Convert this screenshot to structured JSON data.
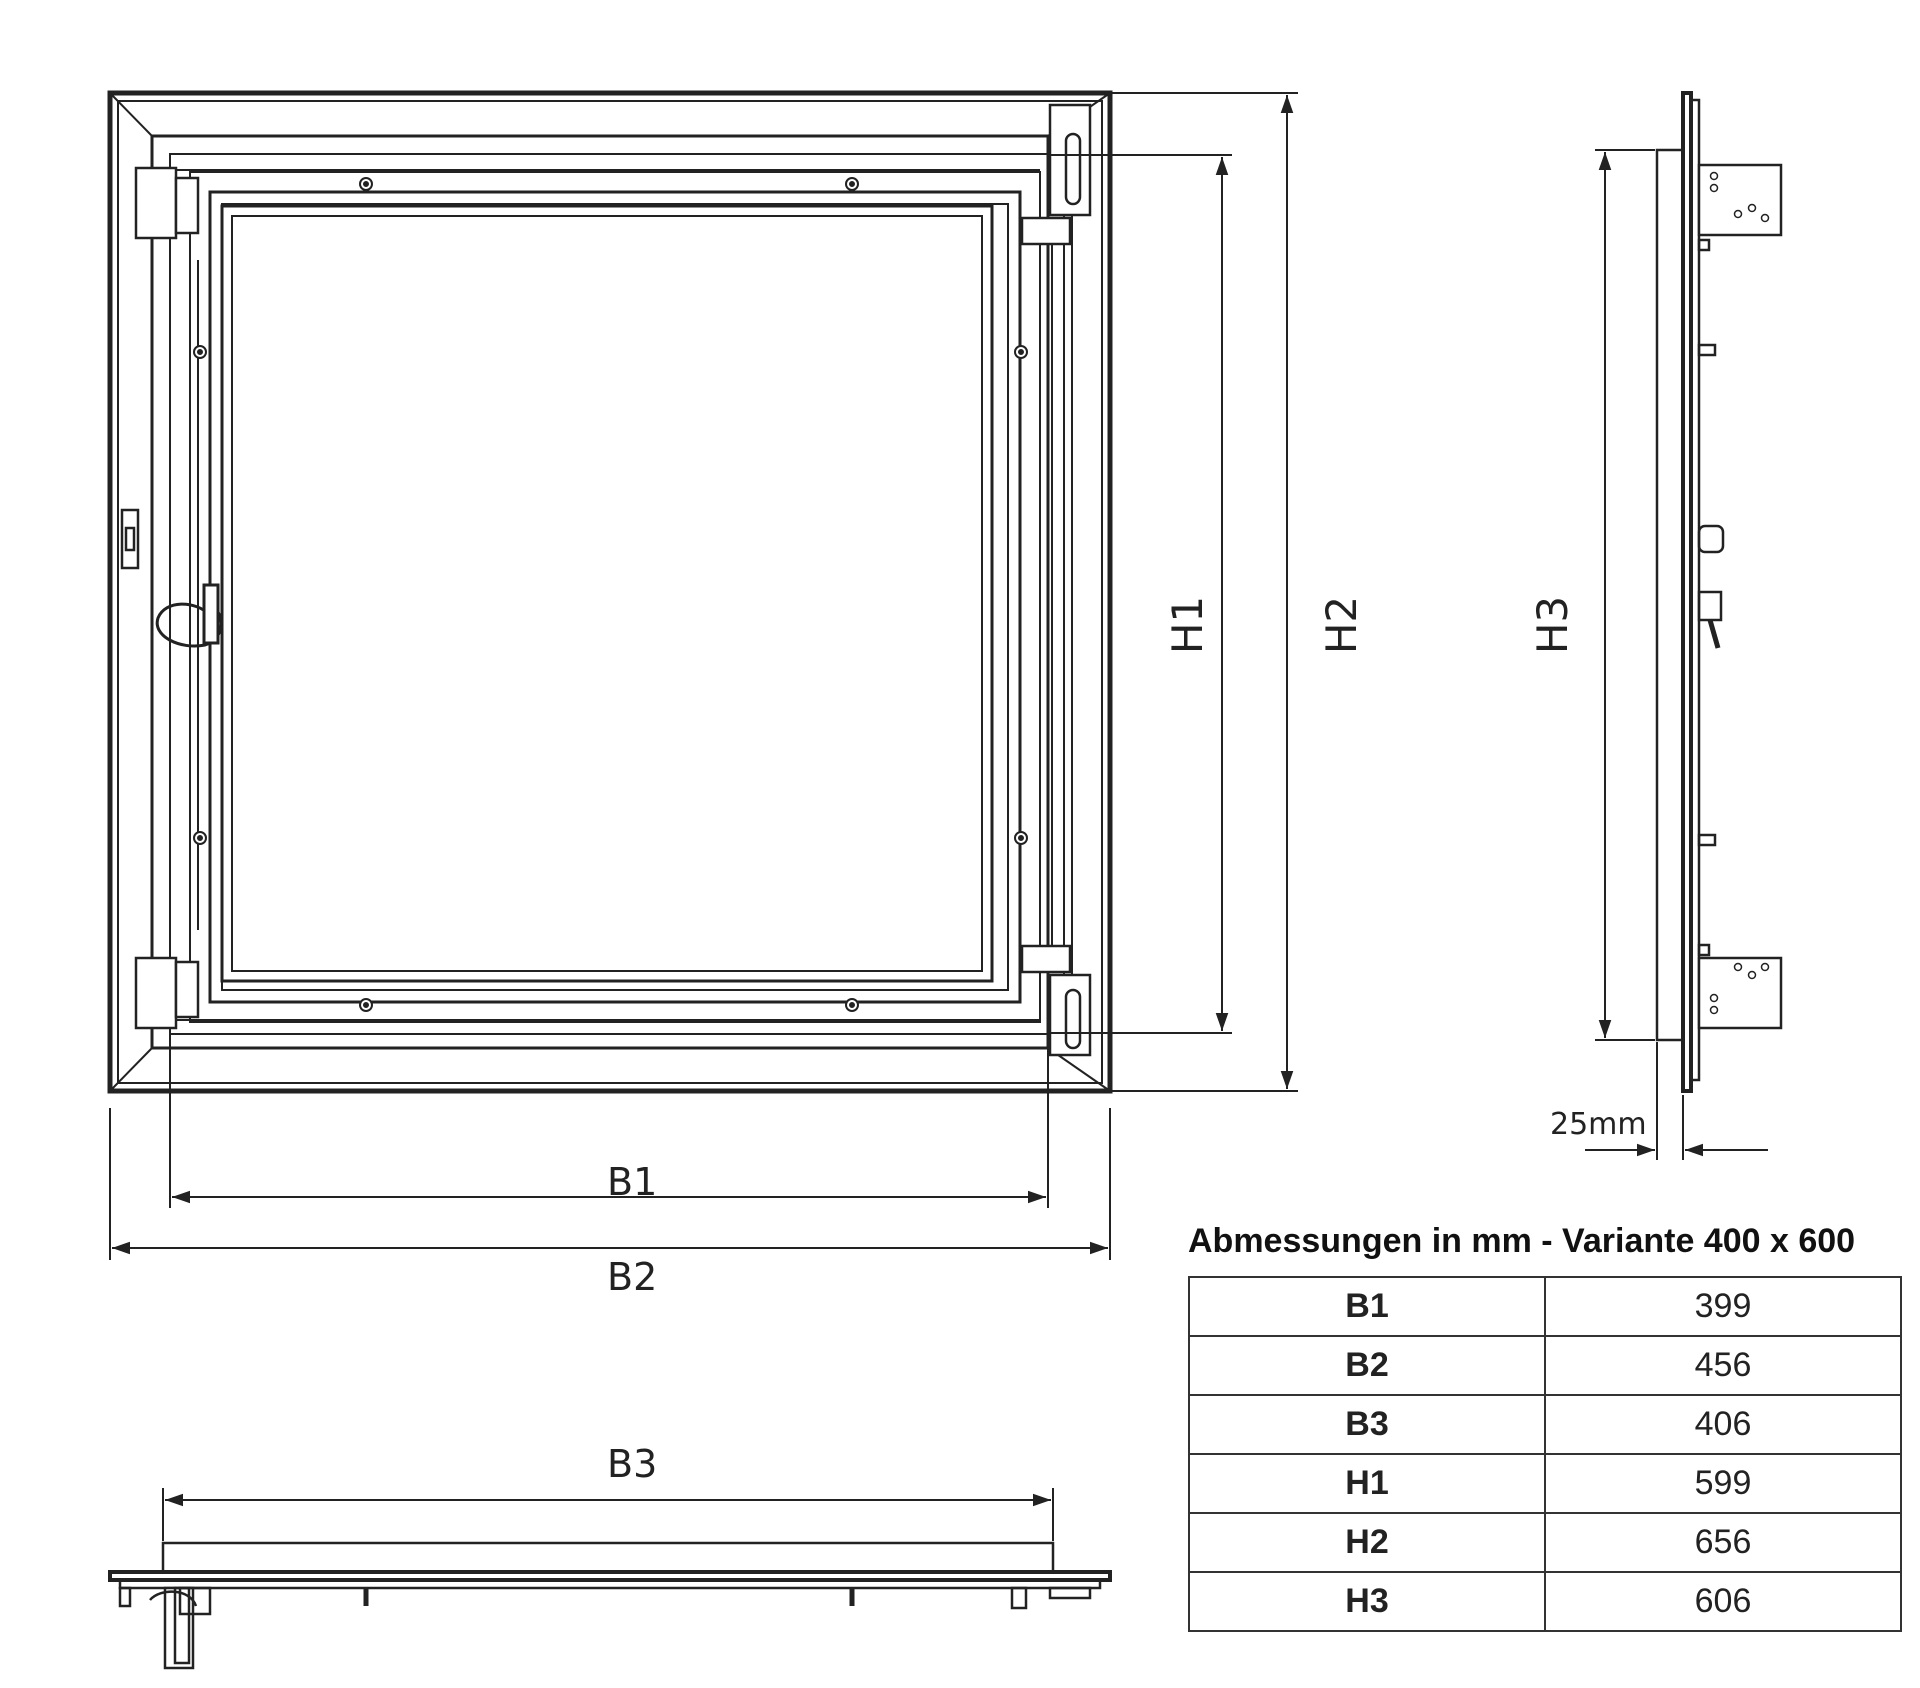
{
  "labels": {
    "b1": "B1",
    "b2": "B2",
    "b3": "B3",
    "h1": "H1",
    "h2": "H2",
    "h3": "H3",
    "depth": "25mm"
  },
  "table": {
    "title": "Abmessungen in mm - Variante 400 x 600",
    "rows": [
      {
        "key": "B1",
        "value": "399"
      },
      {
        "key": "B2",
        "value": "456"
      },
      {
        "key": "B3",
        "value": "406"
      },
      {
        "key": "H1",
        "value": "599"
      },
      {
        "key": "H2",
        "value": "656"
      },
      {
        "key": "H3",
        "value": "606"
      }
    ]
  }
}
